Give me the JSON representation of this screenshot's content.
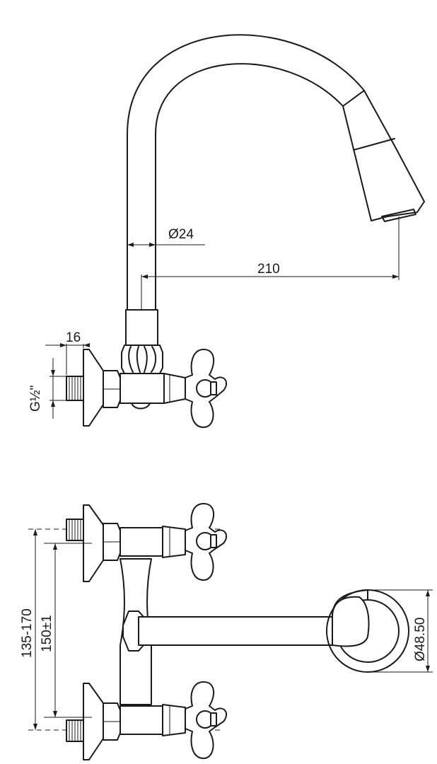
{
  "dimensions": {
    "hose_diameter": "Ø24",
    "reach": "210",
    "connector_length": "16",
    "thread": "G½\"",
    "spacing_range": "135-170",
    "spacing_nominal": "150±1",
    "flange_diameter": "Ø48.50"
  }
}
